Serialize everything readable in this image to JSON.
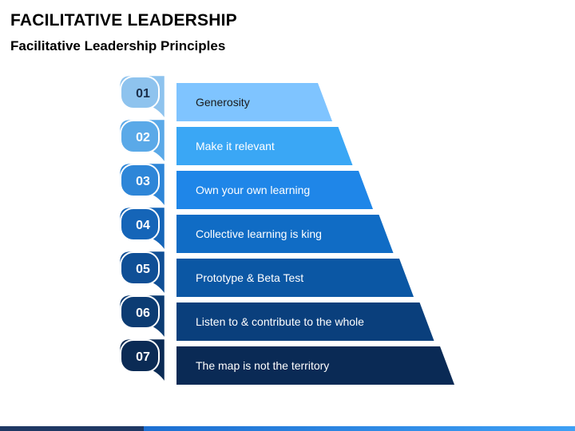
{
  "header": {
    "title": "FACILITATIVE LEADERSHIP",
    "subtitle": "Facilitative Leadership Principles"
  },
  "steps": [
    {
      "number": "01",
      "label": "Generosity",
      "fill": "#7fc4ff",
      "tab": "#8ec3ee",
      "text_color": "#1a1a1a"
    },
    {
      "number": "02",
      "label": "Make it relevant",
      "fill": "#3aa7f5",
      "tab": "#5aa9e8",
      "text_color": "#ffffff"
    },
    {
      "number": "03",
      "label": "Own your own learning",
      "fill": "#1f86e8",
      "tab": "#2e86d8",
      "text_color": "#ffffff"
    },
    {
      "number": "04",
      "label": "Collective learning is king",
      "fill": "#106cc5",
      "tab": "#1565b8",
      "text_color": "#ffffff"
    },
    {
      "number": "05",
      "label": "Prototype & Beta Test",
      "fill": "#0b57a4",
      "tab": "#0f4f96",
      "text_color": "#ffffff"
    },
    {
      "number": "06",
      "label": "Listen to & contribute to the whole",
      "fill": "#0a3f7c",
      "tab": "#0c3c73",
      "text_color": "#ffffff"
    },
    {
      "number": "07",
      "label": "The map is not the territory",
      "fill": "#0a2a55",
      "tab": "#0b2b55",
      "text_color": "#ffffff"
    }
  ]
}
